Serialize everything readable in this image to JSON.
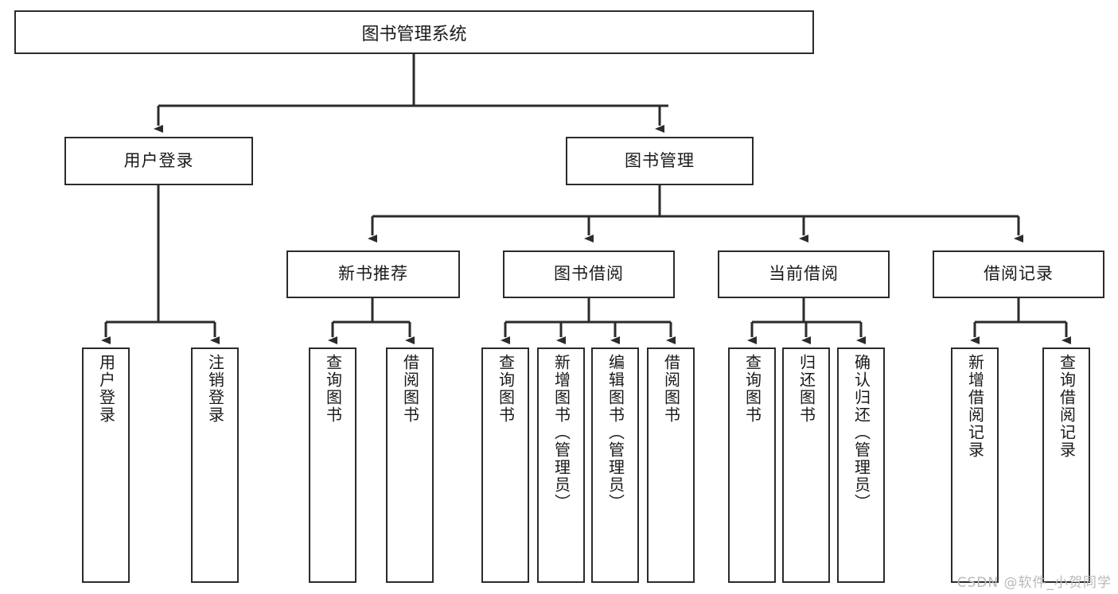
{
  "diagram": {
    "type": "tree-hierarchy-diagram",
    "title": "图书管理系统",
    "root": {
      "label": "图书管理系统"
    },
    "level1": [
      {
        "label": "用户登录"
      },
      {
        "label": "图书管理"
      }
    ],
    "level2": [
      {
        "label": "新书推荐"
      },
      {
        "label": "图书借阅"
      },
      {
        "label": "当前借阅"
      },
      {
        "label": "借阅记录"
      }
    ],
    "leaves": {
      "user_login": [
        {
          "label": "用户登录"
        },
        {
          "label": "注销登录"
        }
      ],
      "new_book_recommend": [
        {
          "label": "查询图书"
        },
        {
          "label": "借阅图书"
        }
      ],
      "book_borrow": [
        {
          "label": "查询图书"
        },
        {
          "label": "新增图书（管理员）"
        },
        {
          "label": "编辑图书（管理员）"
        },
        {
          "label": "借阅图书"
        }
      ],
      "current_borrow": [
        {
          "label": "查询图书"
        },
        {
          "label": "归还图书"
        },
        {
          "label": "确认归还（管理员）"
        }
      ],
      "borrow_record": [
        {
          "label": "新增借阅记录"
        },
        {
          "label": "查询借阅记录"
        }
      ]
    },
    "watermark": "CSDN @软件_小贺同学",
    "colors": {
      "stroke": "#2b2b2b",
      "fill": "#ffffff",
      "text": "#1a1a1a",
      "watermark": "#b9b9b9"
    }
  }
}
